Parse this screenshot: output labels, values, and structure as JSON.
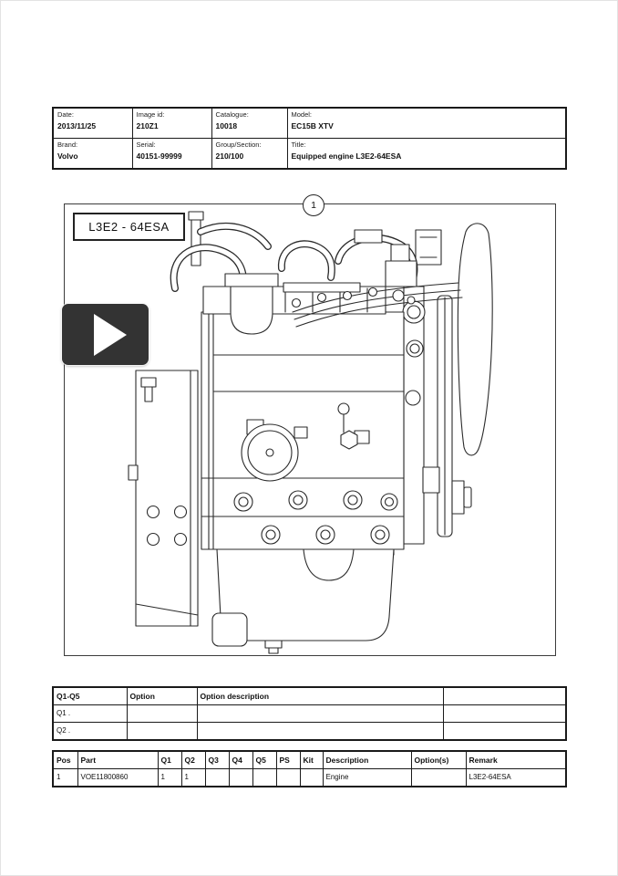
{
  "colors": {
    "play_button_bg": "#333333",
    "play_icon": "#ffffff",
    "line_art": "#2b2b2b",
    "table_border": "#1a1a1a",
    "page_bg": "#ffffff"
  },
  "header_table": {
    "rows": [
      [
        {
          "label": "Date:",
          "value": "2013/11/25"
        },
        {
          "label": "Image id:",
          "value": "210Z1"
        },
        {
          "label": "Catalogue:",
          "value": "10018"
        },
        {
          "label": "Model:",
          "value": "EC15B XTV"
        }
      ],
      [
        {
          "label": "Brand:",
          "value": "Volvo"
        },
        {
          "label": "Serial:",
          "value": "40151-99999"
        },
        {
          "label": "Group/Section:",
          "value": "210/100"
        },
        {
          "label": "Title:",
          "value": "Equipped engine L3E2-64ESA"
        }
      ]
    ]
  },
  "diagram": {
    "label": "L3E2 - 64ESA",
    "callout": "1"
  },
  "options_table": {
    "headers": [
      "Q1-Q5",
      "Option",
      "Option description",
      ""
    ],
    "rows": [
      [
        "Q1 .",
        "",
        "",
        ""
      ],
      [
        "Q2 .",
        "",
        "",
        ""
      ]
    ]
  },
  "parts_table": {
    "headers": [
      "Pos",
      "Part",
      "Q1",
      "Q2",
      "Q3",
      "Q4",
      "Q5",
      "PS",
      "Kit",
      "Description",
      "Option(s)",
      "Remark"
    ],
    "rows": [
      [
        "1",
        "VOE11800860",
        "1",
        "1",
        "",
        "",
        "",
        "",
        "",
        "Engine",
        "",
        "L3E2-64ESA"
      ]
    ]
  }
}
